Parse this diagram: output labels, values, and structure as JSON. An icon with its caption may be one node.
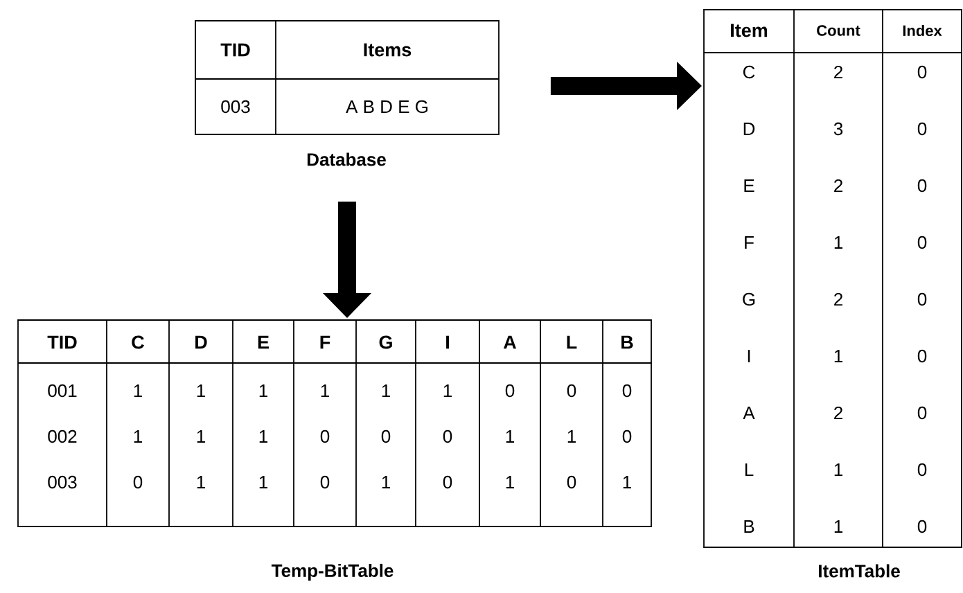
{
  "diagram": {
    "nodes": [
      {
        "text": [
          "Database"
        ]
      },
      {
        "text": [
          "Temp-BitTable"
        ]
      },
      {
        "text": [
          "ItemTable"
        ]
      }
    ],
    "edges": [
      {
        "from": 0,
        "to": 2,
        "arrow": "to"
      },
      {
        "from": 0,
        "to": 1,
        "arrow": "to"
      }
    ],
    "labels": [
      "TID",
      "Items",
      "003",
      "A B D E G",
      "TID",
      "C",
      "D",
      "E",
      "F",
      "G",
      "I",
      "A",
      "L",
      "B",
      "001",
      "1",
      "1",
      "1",
      "1",
      "1",
      "1",
      "0",
      "0",
      "0",
      "002",
      "1",
      "1",
      "1",
      "0",
      "0",
      "0",
      "1",
      "1",
      "0",
      "003",
      "0",
      "1",
      "1",
      "0",
      "1",
      "0",
      "1",
      "0",
      "1",
      "Item",
      "Count",
      "Index",
      "C",
      "2",
      "0",
      "D",
      "3",
      "0",
      "E",
      "2",
      "0",
      "F",
      "1",
      "0",
      "G",
      "2",
      "0",
      "I",
      "1",
      "0",
      "A",
      "2",
      "0",
      "L",
      "1",
      "0",
      "B",
      "1",
      "0"
    ]
  }
}
